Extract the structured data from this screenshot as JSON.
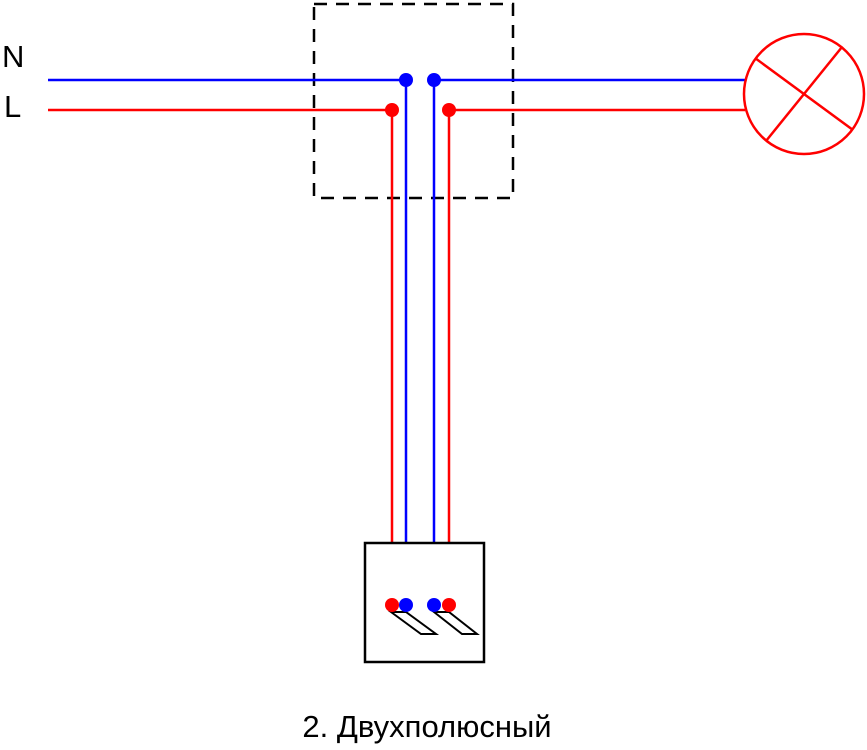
{
  "diagram": {
    "terminals": {
      "neutral_label": "N",
      "live_label": "L"
    },
    "caption": "2. Двухполюсный",
    "colors": {
      "neutral": "#0000ff",
      "live": "#ff0000",
      "lamp": "#ff0000",
      "outline": "#000000"
    }
  }
}
